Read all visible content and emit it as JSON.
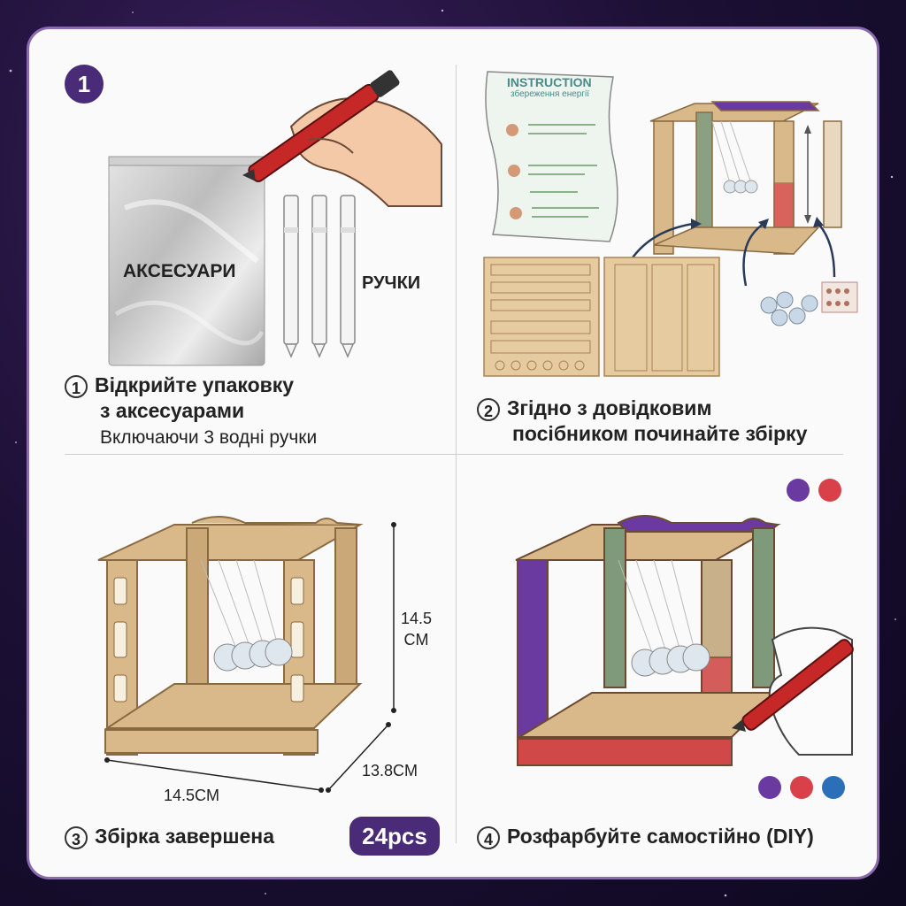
{
  "step_badge": "1",
  "step1": {
    "bag_label": "АКСЕСУАРИ",
    "pens_label": "РУЧКИ",
    "num": "1",
    "title_line1": "Відкрийте упаковку",
    "title_line2": "з аксесуарами",
    "subtitle": "Включаючи 3 водні ручки"
  },
  "step2": {
    "instruction_title": "INSTRUCTION",
    "instruction_subtitle": "збереження енергії",
    "num": "2",
    "title_line1": "Згідно з довідковим",
    "title_line2": "посібником починайте збірку"
  },
  "step3": {
    "height_label": "14.5",
    "height_unit": "CM",
    "depth_label": "13.8CM",
    "width_label": "14.5CM",
    "num": "3",
    "title": "Збірка завершена",
    "pcs": "24pcs"
  },
  "step4": {
    "num": "4",
    "title": "Розфарбуйте самостійно (DIY)",
    "colors_top": [
      "#6a3aa0",
      "#d8404a"
    ],
    "colors_bottom": [
      "#6a3aa0",
      "#d8404a",
      "#2a6fb8"
    ]
  },
  "colors": {
    "accent": "#4a2b78",
    "wood": "#d9b88a",
    "wood_dark": "#a88455"
  }
}
